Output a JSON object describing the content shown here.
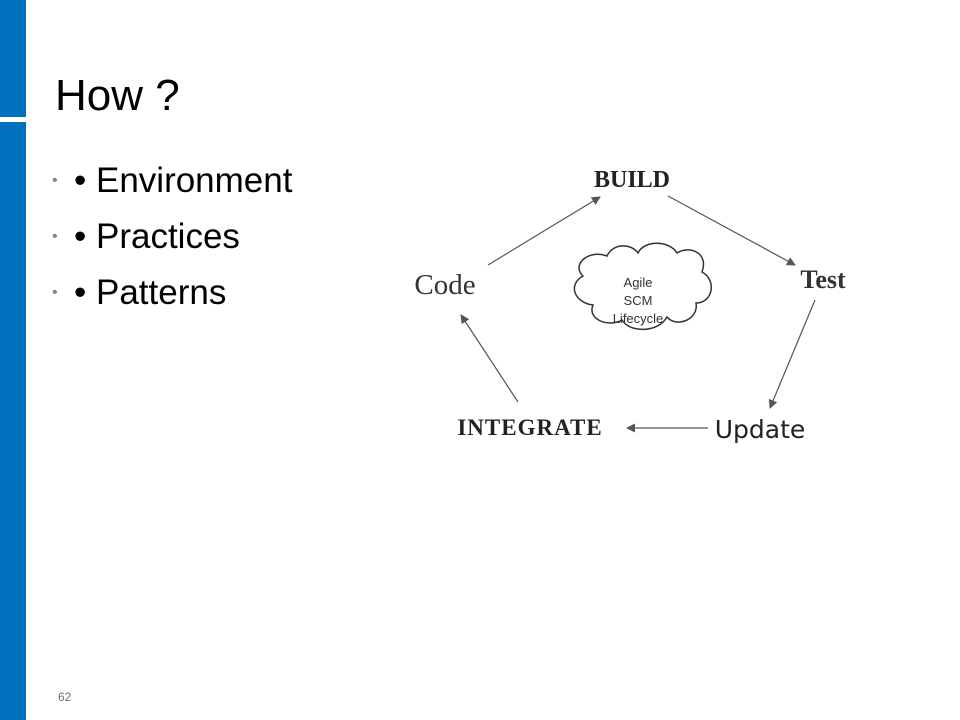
{
  "slide": {
    "title": "How ?",
    "bullets": [
      "• Environment",
      "• Practices",
      "• Patterns"
    ],
    "slide_number": "62",
    "accent_color": "#0071bc"
  },
  "diagram": {
    "nodes": {
      "build": "BUILD",
      "test": "Test",
      "update": "Update",
      "integrate": "INTEGRATE",
      "code": "Code"
    },
    "cloud": [
      "Agile",
      "SCM",
      "Lifecycle"
    ]
  }
}
